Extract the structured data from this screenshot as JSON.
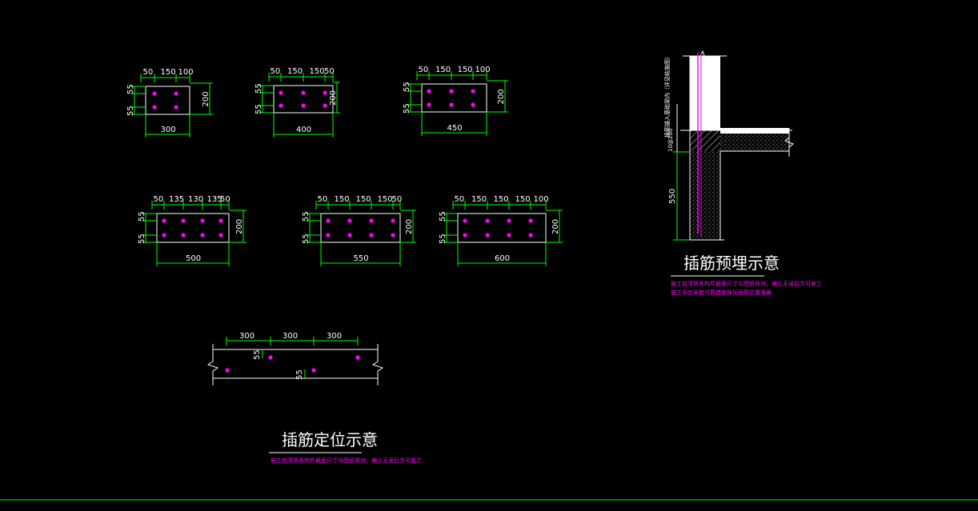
{
  "colors": {
    "background": "#000000",
    "dimension_line": "#00ff00",
    "outline": "#ffffff",
    "rebar": "#ff00ff",
    "bottom_line": "#00ff00"
  },
  "drawing": {
    "plans": [
      {
        "top_dims": [
          "50",
          "150",
          "100"
        ],
        "side_dims": [
          "55",
          "55"
        ],
        "right_dim": "200",
        "width_dim": "300"
      },
      {
        "top_dims": [
          "50",
          "150",
          "150",
          "50"
        ],
        "side_dims": [
          "55",
          "55"
        ],
        "right_dim": "200",
        "width_dim": "400"
      },
      {
        "top_dims": [
          "50",
          "150",
          "150",
          "100"
        ],
        "side_dims": [
          "55",
          "55"
        ],
        "right_dim": "200",
        "width_dim": "450"
      },
      {
        "top_dims": [
          "50",
          "135",
          "130",
          "135",
          "50"
        ],
        "side_dims": [
          "55",
          "55"
        ],
        "right_dim": "200",
        "width_dim": "500"
      },
      {
        "top_dims": [
          "50",
          "150",
          "150",
          "150",
          "50"
        ],
        "side_dims": [
          "55",
          "55"
        ],
        "right_dim": "200",
        "width_dim": "550"
      },
      {
        "top_dims": [
          "50",
          "150",
          "150",
          "150",
          "100"
        ],
        "side_dims": [
          "55",
          "55"
        ],
        "right_dim": "200",
        "width_dim": "600"
      }
    ],
    "strip": {
      "top_dims": [
        "300",
        "300",
        "300"
      ],
      "side_dim_top": "55",
      "side_dim_bottom": "55"
    },
    "positioning_title": "插筋定位示意",
    "positioning_note": "施工前须将各构件截面尺寸与图纸核对，确认无误后方可施工",
    "embedment_title": "插筋预埋示意",
    "embedment_notes": [
      "施工前须将各构件截面尺寸与图纸核对，确认无误后方可施工",
      "施工中应采取可靠措施保证插筋位置准确"
    ],
    "embedment_dim": "550",
    "embedment_side_label": "10@200",
    "embedment_vertical_note": "插筋锚入基础梁内（详见结施图）"
  }
}
